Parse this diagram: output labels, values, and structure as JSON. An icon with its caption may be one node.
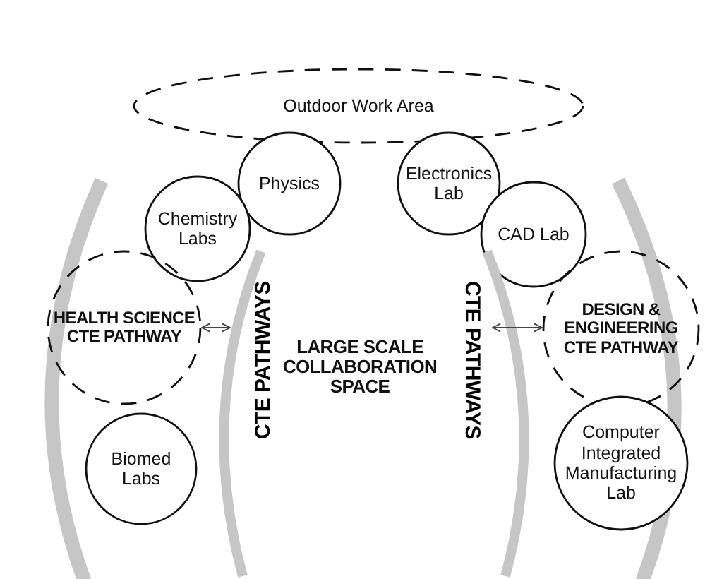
{
  "diagram": {
    "nodes": [
      {
        "text": [
          "Outdoor Work Area"
        ]
      },
      {
        "text": [
          "Physics"
        ]
      },
      {
        "text": [
          "Electronics Lab"
        ]
      },
      {
        "text": [
          "Chemistry Labs"
        ]
      },
      {
        "text": [
          "CAD Lab"
        ]
      },
      {
        "text": [
          "HEALTH SCIENCE CTE PATHWAY"
        ]
      },
      {
        "text": [
          "CTE PATHWAYS"
        ]
      },
      {
        "text": [
          "LARGE SCALE COLLABORATION SPACE"
        ]
      },
      {
        "text": [
          "CTE PATHWAYS"
        ]
      },
      {
        "text": [
          "DESIGN & ENGINEERING CTE PATHWAY"
        ]
      },
      {
        "text": [
          "Biomed Labs"
        ]
      },
      {
        "text": [
          "Computer Integrated Manufacturing Lab"
        ]
      }
    ],
    "edges": [
      {
        "from": 5,
        "to": 6,
        "arrow": "both"
      },
      {
        "from": 8,
        "to": 9,
        "arrow": "both"
      }
    ]
  }
}
